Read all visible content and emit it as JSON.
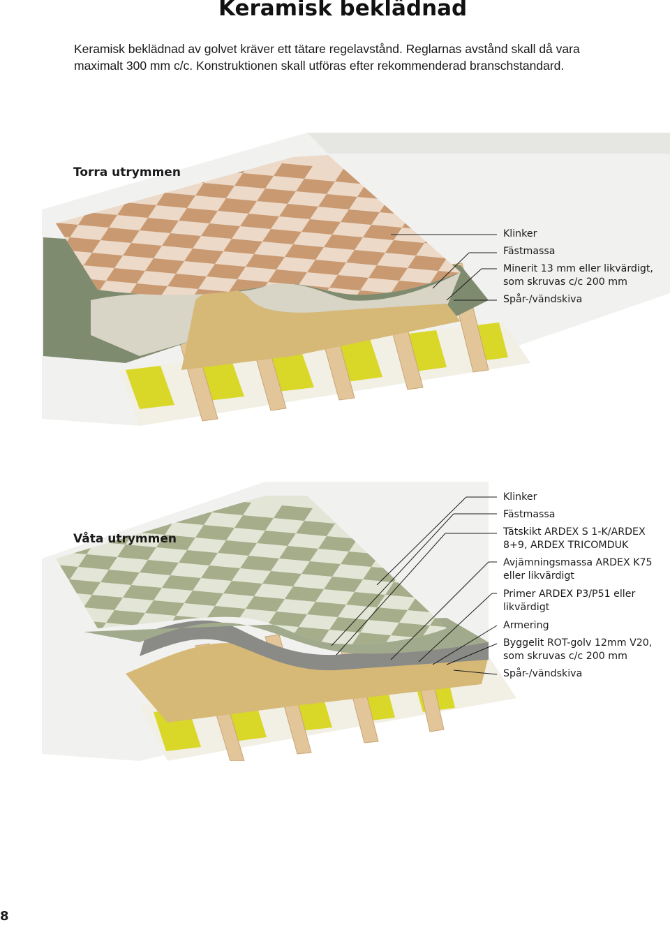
{
  "page": {
    "title": "Keramisk beklädnad",
    "intro": "Keramisk beklädnad av golvet kräver ett tätare regelavstånd. Reglarnas avstånd skall då vara maximalt 300 mm c/c. Konstruktionen skall utföras efter rekommenderad branschstandard.",
    "page_number": "8"
  },
  "figures": [
    {
      "title": "Torra utrymmen",
      "tile_colors": [
        "#c99a72",
        "#ecd9c8"
      ],
      "labels": [
        "Klinker",
        "Fästmassa",
        "Minerit 13 mm eller likvärdigt, som skruvas c/c 200 mm",
        "Spår-/vändskiva"
      ]
    },
    {
      "title": "Våta utrymmen",
      "tile_colors": [
        "#a6ad8a",
        "#e3e6d6"
      ],
      "labels": [
        "Klinker",
        "Fästmassa",
        "Tätskikt ARDEX S 1-K/ARDEX 8+9, ARDEX TRICOMDUK",
        "Avjämningsmassa ARDEX K75 eller likvärdigt",
        "Primer ARDEX P3/P51 eller likvärdigt",
        "Armering",
        "Byggelit ROT-golv 12mm V20, som skruvas c/c 200 mm",
        "Spår-/vändskiva"
      ]
    }
  ]
}
